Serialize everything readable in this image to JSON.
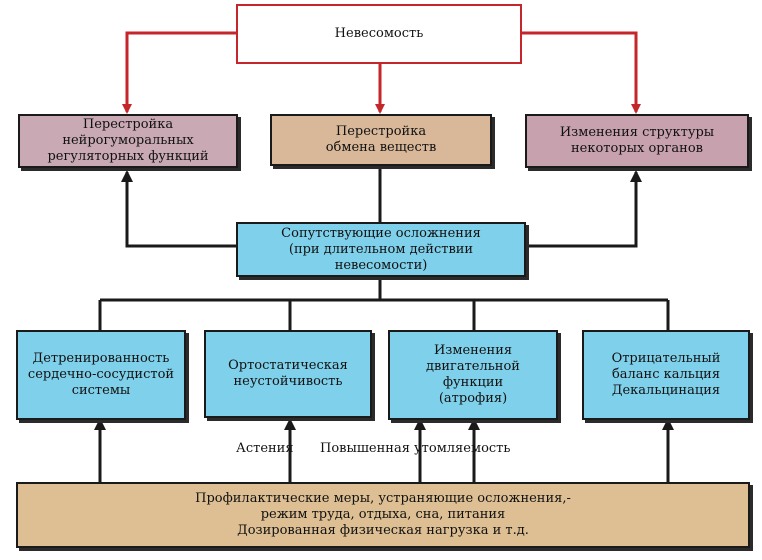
{
  "nodes": {
    "weightlessness": {
      "text": "Невесомость",
      "color": "#ffffff"
    },
    "neuro_restructuring": {
      "text": "Перестройка\nнейрогуморальных\nрегуляторных функций",
      "color": "#c8a9b4"
    },
    "metabolism_restructuring": {
      "text": "Перестройка\nобмена веществ",
      "color": "#d9b89a"
    },
    "organ_structure_changes": {
      "text": "Изменения структуры\nнекоторых органов",
      "color": "#c7a2ae"
    },
    "complications": {
      "text": "Сопутствующие осложнения\n(при длительном действии\nневесомости)",
      "color": "#7fd0ea"
    },
    "cardio_detraining": {
      "text": "Детренированность\nсердечно-сосудистой\nсистемы",
      "color": "#7fd0ea"
    },
    "orthostatic": {
      "text": "Ортостатическая\nнеустойчивость",
      "color": "#7fd0ea"
    },
    "motor_changes": {
      "text": "Изменения\nдвигательной\nфункции\n(атрофия)",
      "color": "#7fd0ea"
    },
    "calcium_balance": {
      "text": "Отрицательный\nбаланс кальция\nДекальцинация",
      "color": "#7fd0ea"
    },
    "prevention": {
      "text": "Профилактические меры, устраняющие  осложнения,-\nрежим труда, отдыха, сна, питания\nДозированная физическая нагрузка и т.д.",
      "color": "#ddbf93"
    }
  },
  "labels": {
    "asthenia": "Астения",
    "fatigue": "Повышенная утомляемость"
  },
  "colors": {
    "red_arrow": "#c4262b",
    "black_arrow": "#1a1a1a"
  }
}
